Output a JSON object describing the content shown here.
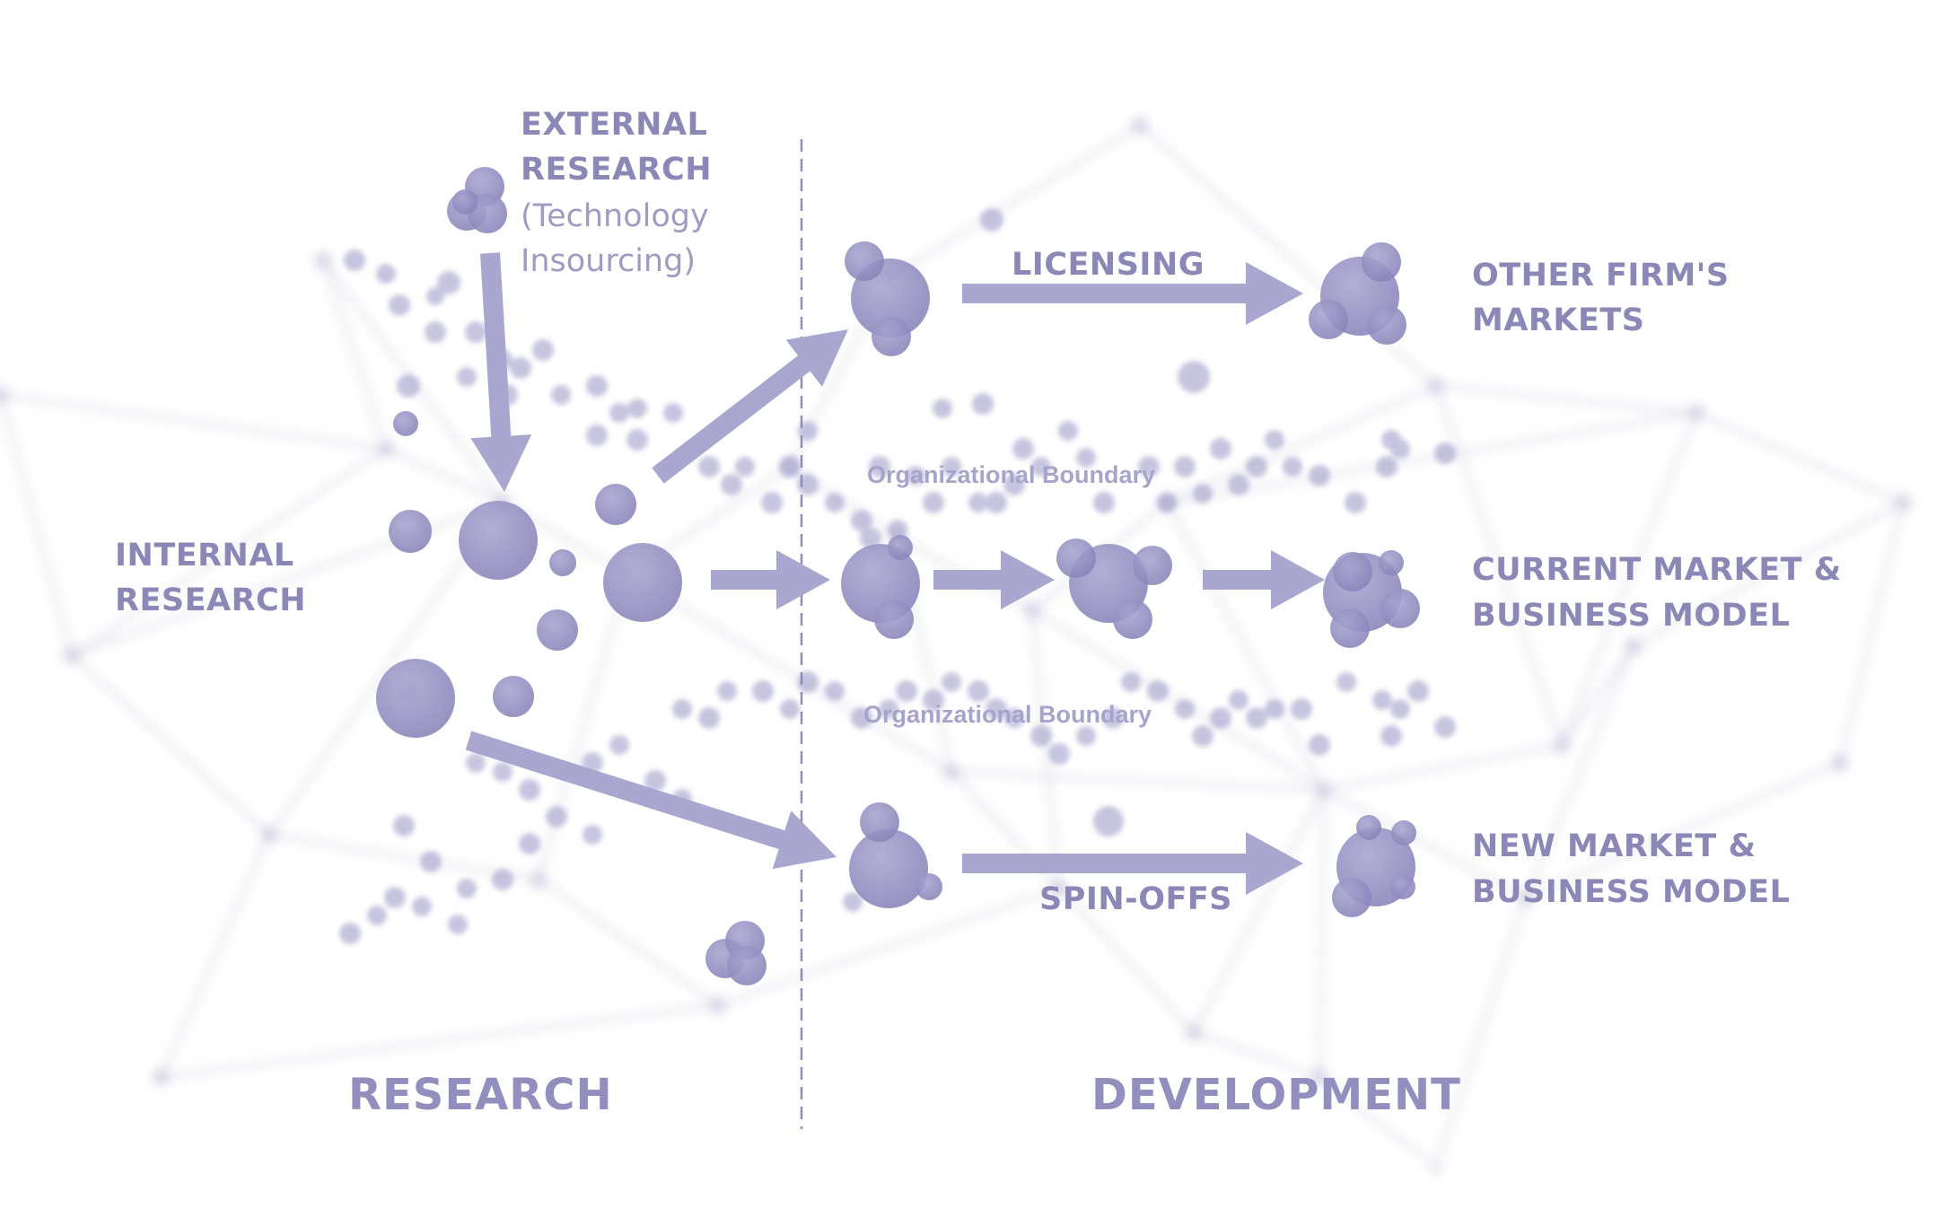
{
  "colors": {
    "node": "#8c88bd",
    "arrow": "#a9a6cf",
    "text": "#8b87b6",
    "background_network": "#ddddea"
  },
  "labels": {
    "external_research": [
      "EXTERNAL",
      "RESEARCH"
    ],
    "external_research_note": [
      "(Technology",
      "Insourcing)"
    ],
    "internal_research": [
      "INTERNAL",
      "RESEARCH"
    ],
    "licensing": "LICENSING",
    "spin_offs": "SPIN-OFFS",
    "org_boundary_top": "Organizational Boundary",
    "org_boundary_bottom": "Organizational Boundary",
    "other_firms_markets": [
      "OTHER FIRM'S",
      "MARKETS"
    ],
    "current_market": [
      "CURRENT MARKET &",
      "BUSINESS MODEL"
    ],
    "new_market": [
      "NEW MARKET &",
      "BUSINESS MODEL"
    ],
    "research": "RESEARCH",
    "development": "DEVELOPMENT"
  }
}
